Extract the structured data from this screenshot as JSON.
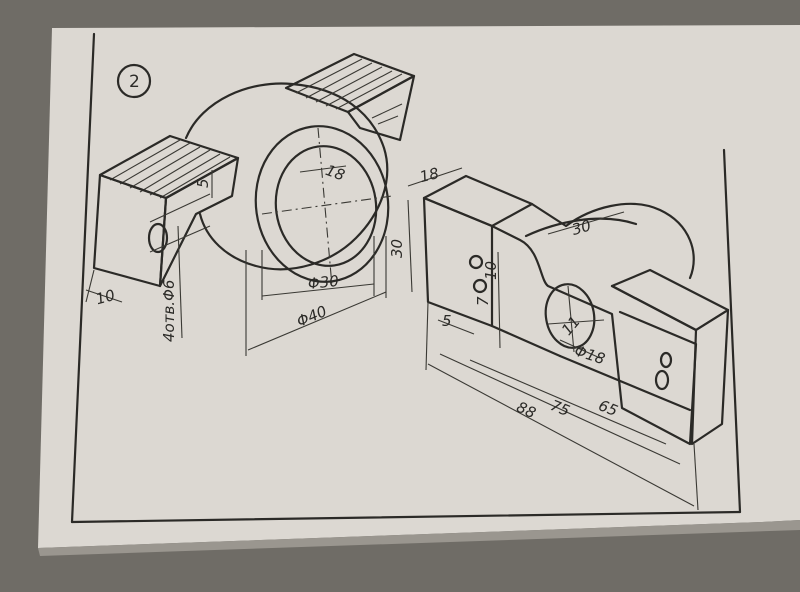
{
  "badge": "2",
  "left_part_dims": {
    "d_small": "18",
    "slot_height": "5",
    "phi30": "Φ30",
    "phi40": "Φ40",
    "width": "10",
    "holes_note": "4отв.Φ6"
  },
  "right_part_dims": {
    "top_depth": "18",
    "height": "30",
    "boss": "30",
    "hole_spacing": "10",
    "hole_offset": "7",
    "edge": "5",
    "bore_r": "11",
    "bore": "Φ18",
    "len_88": "88",
    "len_75": "75",
    "len_65": "65"
  }
}
